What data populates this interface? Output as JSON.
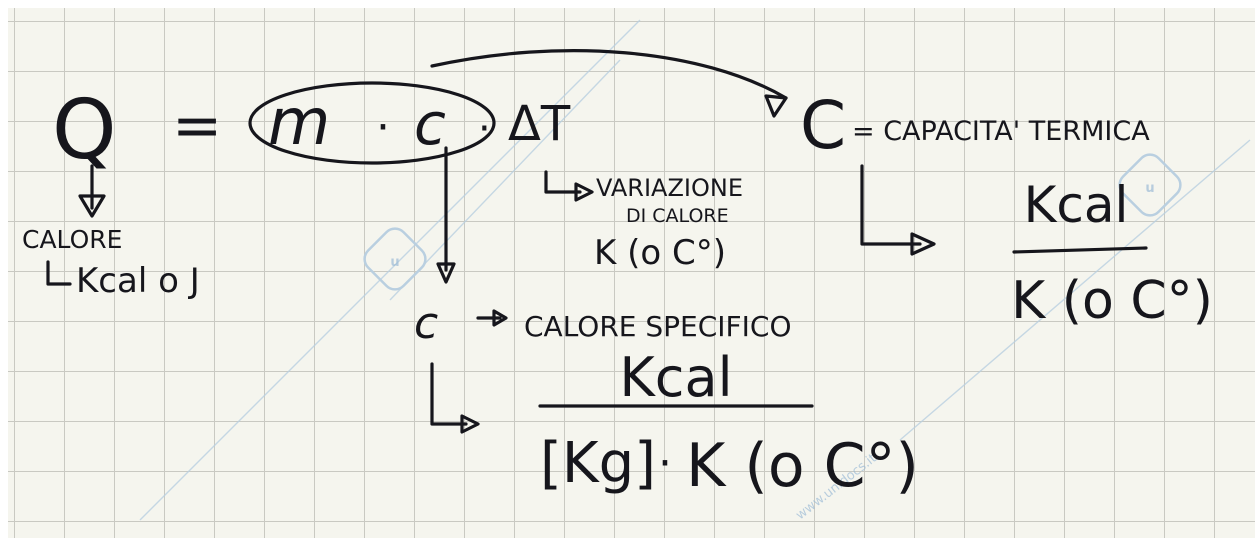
{
  "notes": {
    "equation": {
      "q": "Q",
      "equals": "=",
      "m": "m",
      "dot": "·",
      "c": "c",
      "dot2": "·",
      "delta_t": "ΔT"
    },
    "capacity": {
      "symbol": "C",
      "definition": "= CAPACITA' TERMICA",
      "numerator": "Kcal",
      "denominator": "K (o C°)"
    },
    "q_note": {
      "label": "CALORE",
      "units": "Kcal o J"
    },
    "delta_note": {
      "line1": "VARIAZIONE",
      "line2": "DI CALORE",
      "line3": "K (o C°)"
    },
    "c_note": {
      "symbol": "c",
      "label": "CALORE SPECIFICO",
      "numerator": "Kcal",
      "den_kg": "[Kg]",
      "den_dot": "·",
      "den_k": "K (o C°)"
    },
    "watermark": {
      "site": "www.unidocs.it",
      "logo_letter": "u"
    }
  },
  "colors": {
    "paper": "#f5f5ee",
    "grid": "#c9c9c2",
    "ink": "#16161c",
    "watermark": "#9dbcd6"
  }
}
